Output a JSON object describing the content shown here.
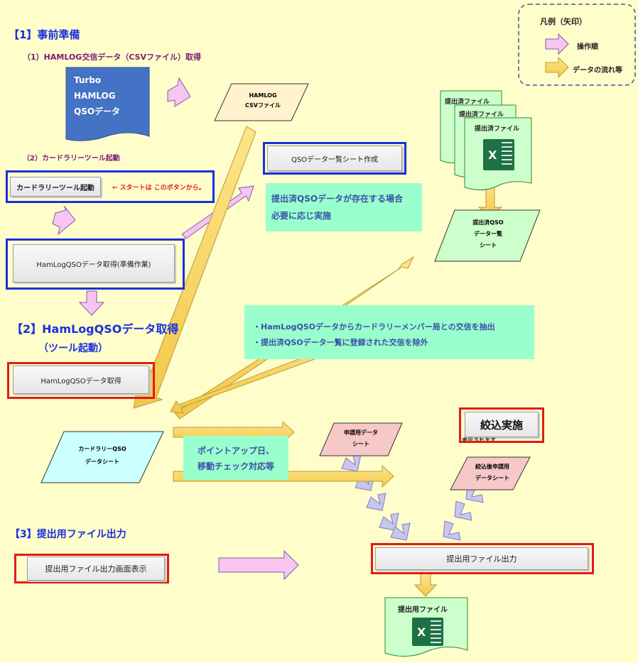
{
  "legend": {
    "title": "凡例（矢印）",
    "op_order": "操作順",
    "data_flow": "データの流れ等"
  },
  "section1": {
    "title": "【1】事前準備",
    "step1": "（1）HAMLOG交信データ（CSVファイル）取得",
    "step2": "（2）カードラリーツール起動",
    "turbo_lines": [
      "Turbo",
      "HAMLOG",
      "QSOデータ"
    ],
    "hamlog_csv": [
      "HAMLOG",
      "CSVファイル"
    ],
    "start_button": "カードラリーツール起動",
    "start_hint": "← スタートは このボタンから。",
    "prep_button": "HamLogQSOデータ取得(準備作業)"
  },
  "qso_list_button": "QSOデータ一覧シート作成",
  "qso_list_note": [
    "提出済QSOデータが存在する場合",
    "必要に応じ実施"
  ],
  "submitted_files": [
    "提出済ファイル",
    "提出済ファイル",
    "提出済ファイル"
  ],
  "submitted_list": [
    "提出済QSO",
    "データ一覧",
    "シート"
  ],
  "section2": {
    "title": "【2】HamLogQSOデータ取得",
    "subtitle": "（ツール起動）",
    "button": "HamLogQSOデータ取得"
  },
  "extract_note": [
    "・HamLogQSOデータからカードラリーメンバー局との交信を抽出",
    "・提出済QSOデータ一覧に登録された交信を除外"
  ],
  "cardrally_sheet": [
    "カードラリーQSO",
    "データシート"
  ],
  "application_sheet": [
    "申請用データ",
    "シート"
  ],
  "filter_button": "絞込実施",
  "filter_caption": "表示されます",
  "filtered_sheet": [
    "絞込後申請用",
    "データシート"
  ],
  "point_note": [
    "ポイントアップ日、",
    "移動チェック対応等"
  ],
  "section3": {
    "title": "【3】提出用ファイル出力",
    "display_button": "提出用ファイル出力画面表示",
    "output_button": "提出用ファイル出力",
    "output_file": "提出用ファイル"
  },
  "colors": {
    "blue_frame": "#1a2fe0",
    "red_frame": "#e01b1b",
    "note_bg": "#99ffcc",
    "doc_blue": "#4472c4",
    "sheet_pink": "#f7c8c8",
    "sheet_cyan": "#ccffff",
    "excel_green": "#1e7145"
  }
}
